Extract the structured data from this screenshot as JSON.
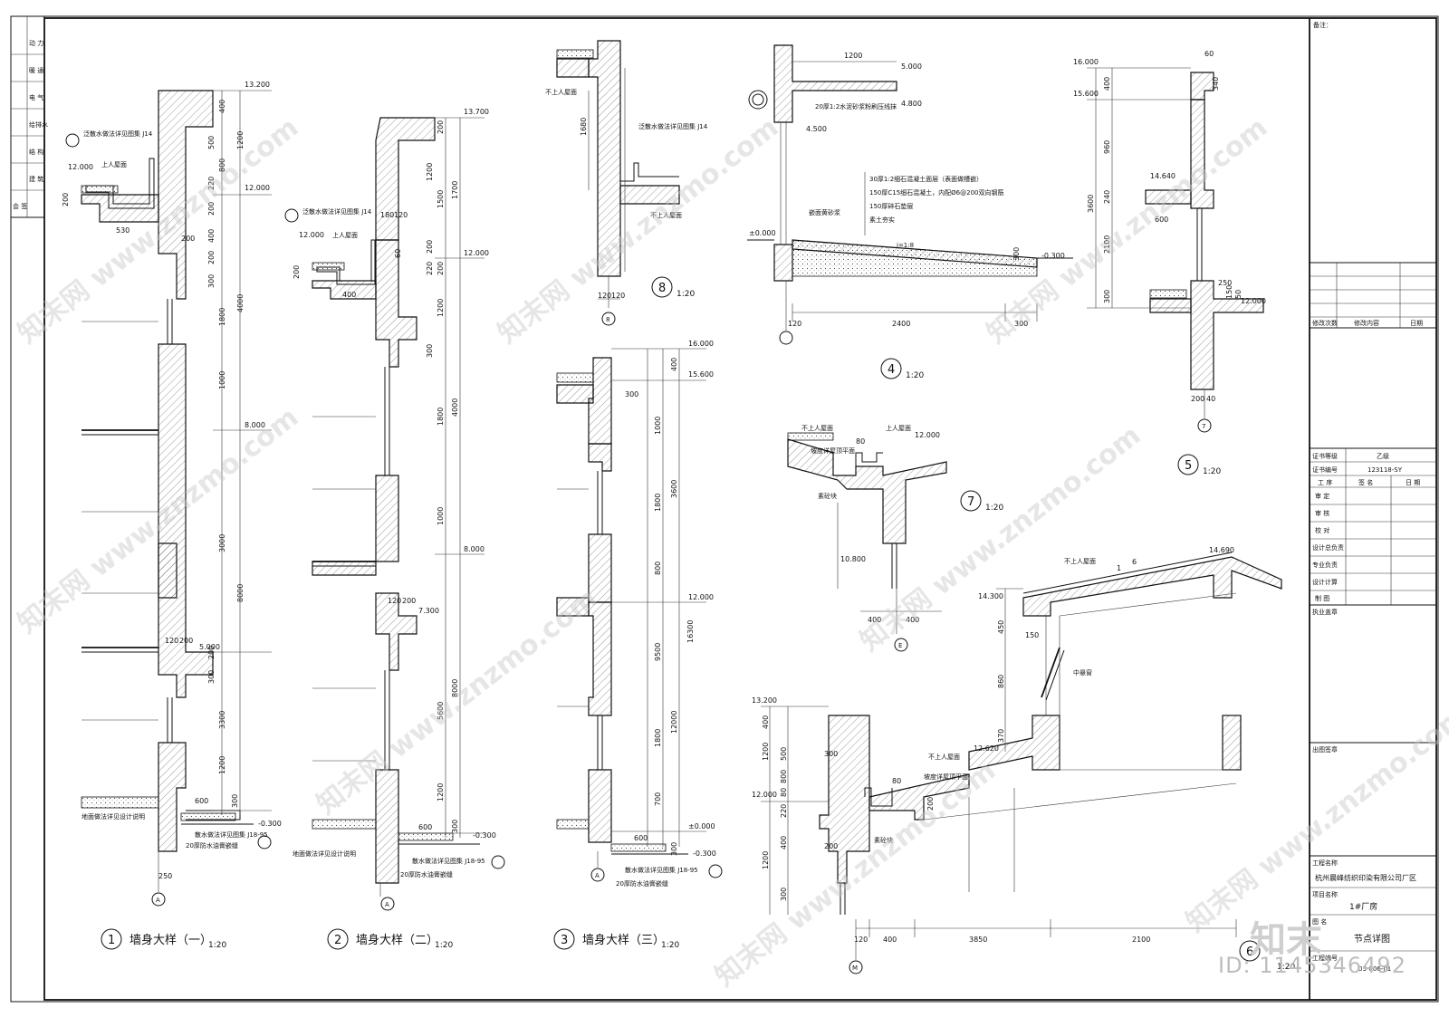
{
  "views": {
    "v1": {
      "title": "墙身大样（一）",
      "scale": "1:20",
      "num": "1",
      "axis": "A",
      "thk": "250",
      "levels": [
        "13.200",
        "12.000",
        "12.000",
        "8.000",
        "5.000",
        "-0.300"
      ],
      "dims": [
        "400",
        "1200",
        "500",
        "800",
        "220",
        "200",
        "400",
        "200",
        "300",
        "4000",
        "1800",
        "1000",
        "3000",
        "8000",
        "200",
        "300",
        "3300",
        "1200",
        "300",
        "600",
        "200",
        "530",
        "200",
        "120",
        "200"
      ],
      "notes": [
        "泛散水做法详见图集 J14",
        "上人屋面",
        "地面做法详见设计说明",
        "散水做法详见图集 J18-95",
        "20厚防水油膏嵌缝"
      ]
    },
    "v2": {
      "title": "墙身大样（二）",
      "scale": "1:20",
      "num": "2",
      "axis": "A",
      "levels": [
        "13.700",
        "12.000",
        "12.000",
        "8.000",
        "7.300",
        "-0.300"
      ],
      "dims": [
        "200",
        "1200",
        "1500",
        "1700",
        "200",
        "220",
        "200",
        "1200",
        "300",
        "1800",
        "4000",
        "1000",
        "8000",
        "5600",
        "1200",
        "300",
        "600",
        "180",
        "120",
        "400",
        "200",
        "60",
        "120",
        "200"
      ],
      "notes": [
        "泛散水做法详见图集 J14",
        "上人屋面",
        "地面做法详见设计说明",
        "散水做法详见图集 J18-95",
        "20厚防水油膏嵌缝"
      ]
    },
    "v3": {
      "title": "墙身大样（三）",
      "scale": "1:20",
      "num": "3",
      "axis": "A",
      "levels": [
        "16.000",
        "15.600",
        "12.000",
        "±0.000",
        "-0.300"
      ],
      "dims": [
        "400",
        "300",
        "1000",
        "1800",
        "3600",
        "800",
        "16300",
        "9500",
        "12000",
        "1800",
        "700",
        "300",
        "600"
      ],
      "notes": [
        "散水做法详见图集 J18-95",
        "20厚防水油膏嵌缝"
      ]
    },
    "v8": {
      "scale": "1:20",
      "num": "8",
      "axis": "8",
      "dims": [
        "1680",
        "120",
        "120"
      ],
      "notes": [
        "不上人屋面",
        "泛散水做法详见图集 J14",
        "不上人屋面"
      ]
    },
    "v4": {
      "scale": "1:20",
      "num": "4",
      "levels": [
        "5.000",
        "4.800",
        "4.500",
        "±0.000",
        "-0.300"
      ],
      "dims": [
        "1200",
        "2400",
        "300",
        "120",
        "300"
      ],
      "notes": [
        "20厚1:2水泥砂浆粉刷压线抹",
        "30厚1:2细石混凝土面层（表面做槽嵌）",
        "150厚C15细石混凝土，内配Ø6@200双向钢筋",
        "150厚碎石垫层",
        "素土夯实",
        "i=1:8",
        "嵌面黄砂浆"
      ]
    },
    "v5": {
      "scale": "1:20",
      "num": "5",
      "axis": "7",
      "levels": [
        "16.000",
        "15.600",
        "14.640",
        "12.000"
      ],
      "dims": [
        "60",
        "340",
        "400",
        "960",
        "240",
        "3600",
        "2100",
        "300",
        "600",
        "250",
        "150",
        "50",
        "200",
        "40"
      ]
    },
    "v7": {
      "scale": "1:20",
      "num": "7",
      "axis": "E",
      "levels": [
        "12.000",
        "10.800"
      ],
      "dims": [
        "80",
        "400",
        "400"
      ],
      "notes": [
        "不上人屋面",
        "上人屋面",
        "坡度详屋顶平面",
        "素砼块"
      ]
    },
    "v6": {
      "scale": "1:20",
      "num": "6",
      "axis": "M",
      "levels": [
        "14.690",
        "14.300",
        "13.200",
        "12.620",
        "12.000"
      ],
      "dims": [
        "6",
        "1",
        "450",
        "150",
        "860",
        "370",
        "400",
        "1200",
        "300",
        "500",
        "800",
        "80",
        "220",
        "200",
        "400",
        "1200",
        "300",
        "200",
        "80",
        "120",
        "400",
        "3850",
        "2100"
      ],
      "notes": [
        "不上人屋面",
        "中悬窗",
        "不上人屋面",
        "坡度详屋顶平面",
        "素砼块"
      ]
    }
  },
  "titleblock": {
    "top": "备注：",
    "rev_headers": [
      "修改次数",
      "修改内容",
      "日期"
    ],
    "cert_level_label": "证书等级",
    "cert_level": "乙级",
    "cert_no_label": "证书编号",
    "cert_no": "123118-SY",
    "role_header": [
      "工 序",
      "签 名",
      "日 期"
    ],
    "roles": [
      "审 定",
      "审 核",
      "校 对",
      "设计总负责",
      "专业负责",
      "设计计算",
      "制 图"
    ],
    "seal": "执业盖章",
    "stamp": "出图签章",
    "project_label": "工程名称",
    "project": "杭州晨峰纺织印染有限公司厂区",
    "item_label": "项目名称",
    "item": "1#厂房",
    "drawing_label": "图 名",
    "drawing": "节点详图",
    "no_label": "工程编号",
    "no": "03-006-01"
  },
  "left_strip": [
    "会 签",
    "建 筑",
    "结 构",
    "给排水",
    "电 气",
    "暖 通",
    "动 力"
  ],
  "watermark": "知末网 www.znzmo.com",
  "brand": {
    "logo": "知末",
    "id": "ID: 1145346492"
  }
}
